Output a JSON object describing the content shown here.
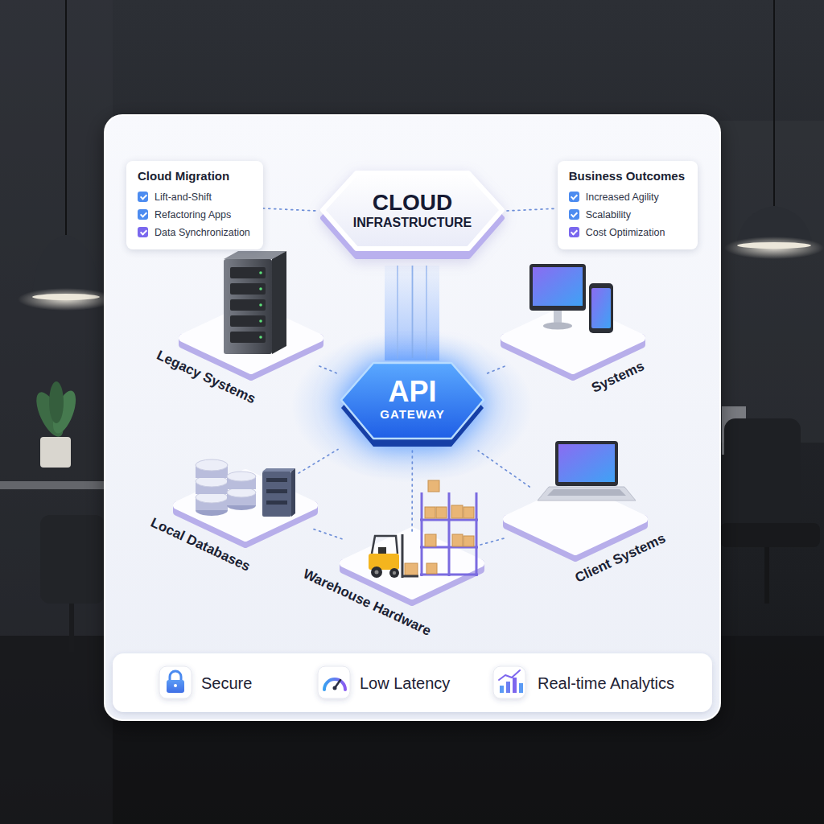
{
  "diagram": {
    "nodes": [
      {
        "text": [
          "Cloud Migration",
          "Lift-and-Shift",
          "Refactoring Apps",
          "Data Synchronization"
        ]
      },
      {
        "text": [
          "CLOUD",
          "INFRASTRUCTURE"
        ]
      },
      {
        "text": [
          "Business Outcomes",
          "Increased Agility",
          "Scalability",
          "Cost Optimization"
        ]
      },
      {
        "text": [
          "Legacy Systems"
        ]
      },
      {
        "text": [
          "Systems"
        ]
      },
      {
        "text": [
          "API",
          "GATEWAY"
        ]
      },
      {
        "text": [
          "Local Databases"
        ]
      },
      {
        "text": [
          "Client Systems"
        ]
      },
      {
        "text": [
          "Warehouse Hardware"
        ]
      },
      {
        "text": [
          "Secure",
          "Low Latency",
          "Real-time Analytics"
        ]
      }
    ],
    "edges": [
      {
        "from": 0,
        "to": 1,
        "arrow": "none"
      },
      {
        "from": 1,
        "to": 2,
        "arrow": "none"
      },
      {
        "from": 1,
        "to": 5,
        "arrow": "none"
      },
      {
        "from": 3,
        "to": 5,
        "arrow": "none"
      },
      {
        "from": 4,
        "to": 5,
        "arrow": "none"
      },
      {
        "from": 6,
        "to": 5,
        "arrow": "none"
      },
      {
        "from": 8,
        "to": 5,
        "arrow": "none"
      },
      {
        "from": 7,
        "to": 5,
        "arrow": "none"
      },
      {
        "from": 6,
        "to": 8,
        "arrow": "none"
      },
      {
        "from": 8,
        "to": 7,
        "arrow": "none"
      }
    ]
  }
}
